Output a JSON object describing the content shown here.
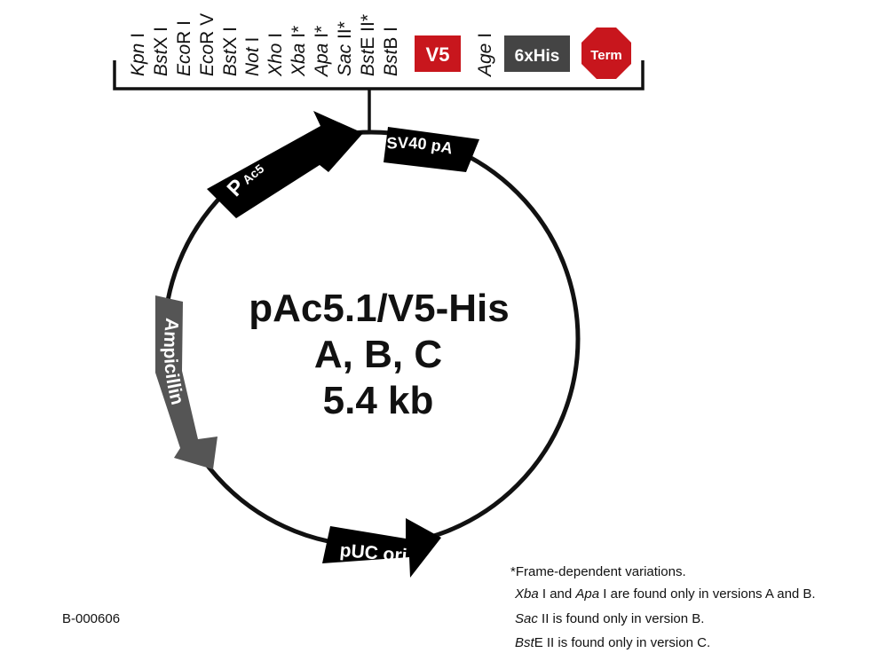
{
  "plasmid": {
    "name": "pAc5.1/V5-His",
    "versions": "A, B, C",
    "size": "5.4 kb"
  },
  "mcs_sites": [
    {
      "italic": "Kpn",
      "roman": " I",
      "star": ""
    },
    {
      "italic": "Bst",
      "roman": "X I",
      "star": ""
    },
    {
      "italic": "Eco",
      "roman": "R I",
      "star": ""
    },
    {
      "italic": "Eco",
      "roman": "R V",
      "star": ""
    },
    {
      "italic": "Bst",
      "roman": "X I",
      "star": ""
    },
    {
      "italic": "Not",
      "roman": " I",
      "star": ""
    },
    {
      "italic": "Xho",
      "roman": " I",
      "star": ""
    },
    {
      "italic": "Xba",
      "roman": " I",
      "star": "*"
    },
    {
      "italic": "Apa",
      "roman": " I",
      "star": "*"
    },
    {
      "italic": "Sac",
      "roman": " II",
      "star": "*"
    },
    {
      "italic": "Bst",
      "roman": "E II",
      "star": "*"
    },
    {
      "italic": "Bst",
      "roman": "B I",
      "star": ""
    }
  ],
  "tags": {
    "v5": "V5",
    "age_site": {
      "italic": "Age",
      "roman": " I"
    },
    "his": "6xHis",
    "term": "Term"
  },
  "features": {
    "promoter_main": "P",
    "promoter_sub": "Ac5",
    "sv40": "SV40 pA",
    "ampicillin": "Ampicillin",
    "puc": "pUC ori"
  },
  "colors": {
    "v5": "#c8161d",
    "his": "#444444",
    "term": "#c8161d",
    "feature_black": "#000000",
    "ampicillin": "#555555"
  },
  "notes": {
    "l1": "*Frame-dependent variations.",
    "l2": {
      "a_i": "Xba",
      "a_r": " I and ",
      "b_i": "Apa",
      "b_r": " I are found only in versions A and B."
    },
    "l3": {
      "a_i": "Sac",
      "a_r": " II  is found only in version B."
    },
    "l4": {
      "a_i": "Bst",
      "a_r": "E II is  found only in version C."
    }
  },
  "code": "B-000606"
}
